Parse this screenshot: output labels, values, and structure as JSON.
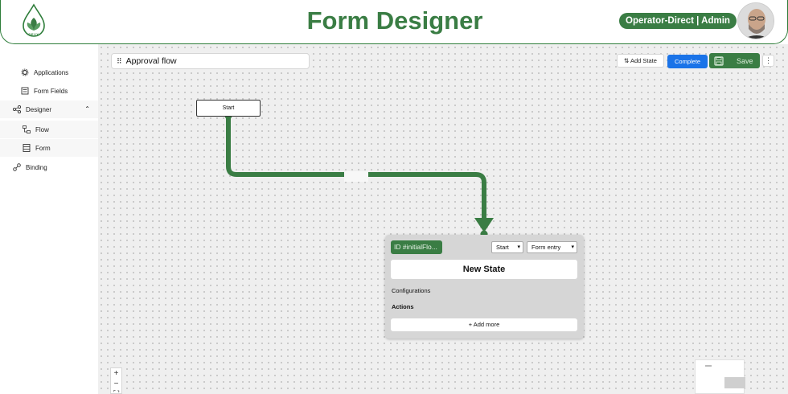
{
  "header": {
    "title": "Form Designer",
    "user_badge": "Operator-Direct | Admin",
    "logo_text": "DEVY",
    "brand_color": "#3a7d44"
  },
  "sidebar": {
    "items": [
      {
        "label": "Applications",
        "icon": "gear-icon"
      },
      {
        "label": "Form Fields",
        "icon": "list-icon"
      },
      {
        "label": "Designer",
        "icon": "share-nodes-icon",
        "expanded": true
      },
      {
        "label": "Flow",
        "icon": "flow-icon"
      },
      {
        "label": "Form",
        "icon": "form-icon"
      },
      {
        "label": "Binding",
        "icon": "link-icon"
      }
    ]
  },
  "toolbar": {
    "flow_name": "Approval flow",
    "add_state_label": "Add State",
    "complete_label": "Complete",
    "save_label": "Save",
    "more_label": "⋮"
  },
  "flow": {
    "start_node_label": "Start",
    "state": {
      "id_label": "ID #initialFlo...",
      "type_select": "Start",
      "form_select": "Form entry",
      "name": "New State",
      "configurations_label": "Configurations",
      "actions_label": "Actions",
      "add_more_label": "+ Add more"
    }
  },
  "canvas_controls": {
    "zoom_in": "+",
    "zoom_out": "−",
    "fit": "⛶"
  }
}
